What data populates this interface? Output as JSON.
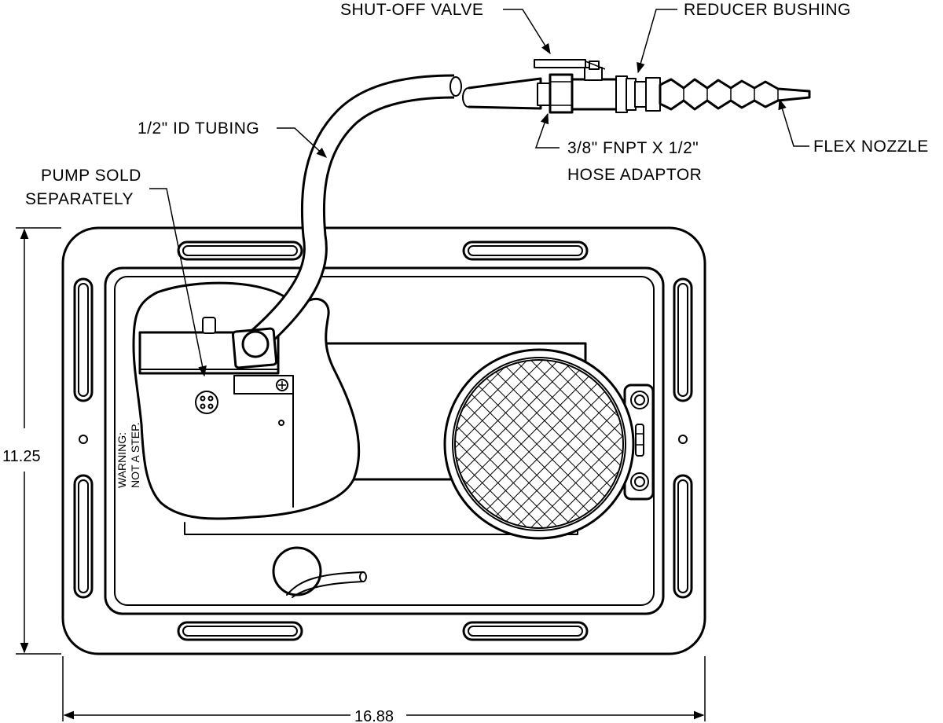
{
  "labels": {
    "shutoff_valve": "SHUT-OFF VALVE",
    "reducer_bushing": "REDUCER BUSHING",
    "tubing": "1/2\" ID TUBING",
    "pump_line1": "PUMP SOLD",
    "pump_line2": "SEPARATELY",
    "hose_adaptor_line1": "3/8\" FNPT X 1/2\"",
    "hose_adaptor_line2": "HOSE ADAPTOR",
    "flex_nozzle": "FLEX NOZZLE"
  },
  "warning": {
    "line1": "WARNING:",
    "line2": "NOT A STEP."
  },
  "dimensions": {
    "height": "11.25",
    "width": "16.88"
  }
}
